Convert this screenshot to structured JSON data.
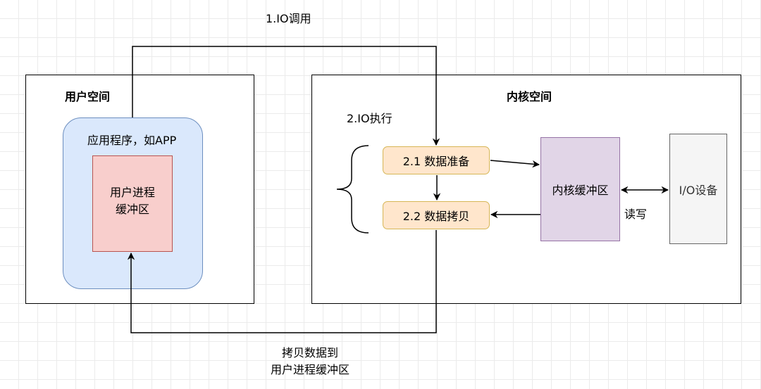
{
  "user_space": {
    "title": "用户空间"
  },
  "kernel_space": {
    "title": "内核空间"
  },
  "app": {
    "label": "应用程序，如APP"
  },
  "user_buffer": {
    "line1": "用户进程",
    "line2": "缓冲区"
  },
  "io_call": {
    "label": "1.IO调用"
  },
  "io_exec": {
    "label": "2.IO执行"
  },
  "steps": {
    "prepare": "2.1 数据准备",
    "copy": "2.2 数据拷贝"
  },
  "kernel_buffer": {
    "label": "内核缓冲区"
  },
  "io_device": {
    "label": "I/O设备"
  },
  "read_write": {
    "label": "读写"
  },
  "copy_note": {
    "line1": "拷贝数据到",
    "line2": "用户进程缓冲区"
  },
  "colors": {
    "app_fill": "#dae8fc",
    "app_stroke": "#6c8ebf",
    "buffer_fill": "#f8cecc",
    "buffer_stroke": "#b85450",
    "step_fill": "#ffe6cc",
    "step_stroke": "#d6b656",
    "kernel_buffer_fill": "#e1d5e7",
    "kernel_buffer_stroke": "#9673a6",
    "device_fill": "#f5f5f5",
    "device_stroke": "#666666"
  }
}
